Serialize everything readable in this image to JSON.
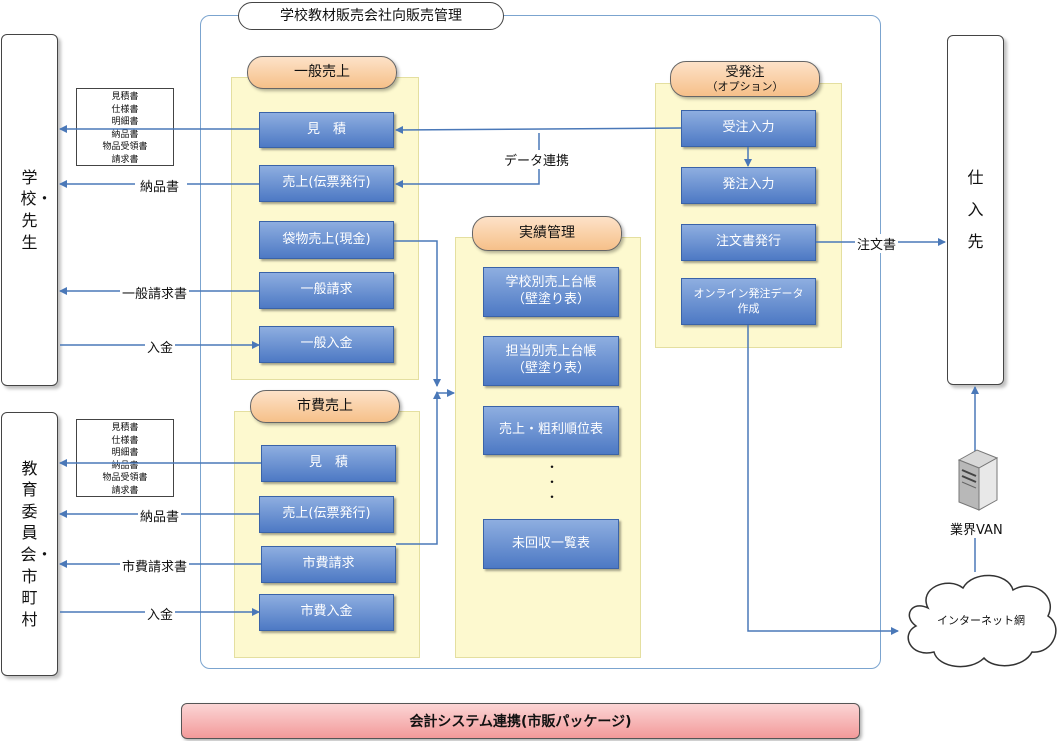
{
  "title": "学校教材販売会社向販売管理",
  "external": {
    "school": "学校・先生",
    "board": "教育委員会・市町村",
    "supplier": "仕入先"
  },
  "doc_list": [
    "見積書",
    "仕様書",
    "明細書",
    "納品書",
    "物品受領書",
    "請求書"
  ],
  "general_sales": {
    "title": "一般売上",
    "items": [
      "見　積",
      "売上(伝票発行)",
      "袋物売上(現金)",
      "一般請求",
      "一般入金"
    ]
  },
  "city_sales": {
    "title": "市費売上",
    "items": [
      "見　積",
      "売上(伝票発行)",
      "市費請求",
      "市費入金"
    ]
  },
  "results": {
    "title": "実績管理",
    "items": [
      "学校別売上台帳\n（壁塗り表）",
      "担当別売上台帳\n（壁塗り表）",
      "売上・粗利順位表",
      "未回収一覧表"
    ],
    "dots": "・\n・\n・"
  },
  "orders": {
    "title": "受発注",
    "subtitle": "（オプション）",
    "items": [
      "受注入力",
      "発注入力",
      "注文書発行",
      "オンライン発注データ\n作成"
    ]
  },
  "labels": {
    "data_link": "データ連携",
    "invoice_school": "納品書",
    "general_bill": "一般請求書",
    "payment_school": "入金",
    "invoice_board": "納品書",
    "city_bill": "市費請求書",
    "payment_board": "入金",
    "order_sheet": "注文書",
    "van": "業界VAN",
    "internet": "インターネット網"
  },
  "accounting": "会計システム連携(市販パッケージ)",
  "colors": {
    "frame": "#7ba4cf",
    "button": "#5a84c8",
    "panel": "#fdf9cf",
    "pill": "#f6c089",
    "arrow": "#4a78b8",
    "accounting": "#f39a9a"
  }
}
